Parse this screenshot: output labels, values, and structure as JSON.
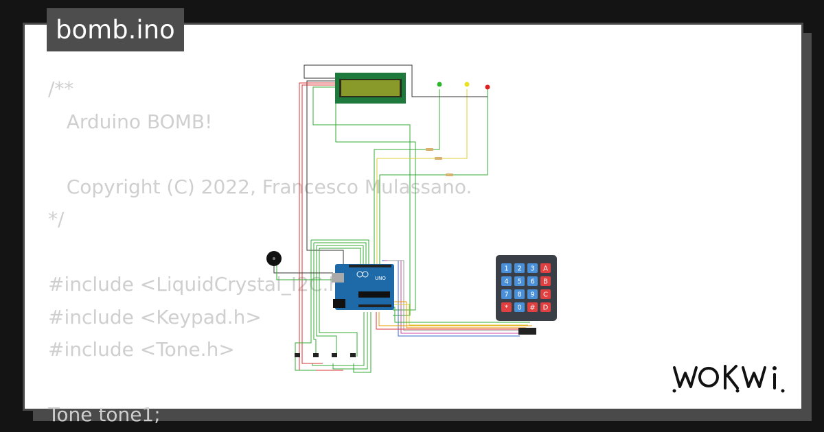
{
  "title": "bomb.ino",
  "code_lines": [
    "/**",
    "   Arduino BOMB!",
    "",
    "   Copyright (C) 2022, Francesco Mulassano.",
    "*/",
    "",
    "#include <LiquidCrystal_I2C.h>",
    "#include <Keypad.h>",
    "#include <Tone.h>",
    "",
    "Tone tone1;"
  ],
  "brand": "WOKWi",
  "board_label": "UNO",
  "keypad_keys": [
    [
      "1",
      "2",
      "3",
      "A"
    ],
    [
      "4",
      "5",
      "6",
      "B"
    ],
    [
      "7",
      "8",
      "9",
      "C"
    ],
    [
      "*",
      "0",
      "#",
      "D"
    ]
  ],
  "colors": {
    "background": "#141414",
    "frame": "#4a4a4a",
    "code_text": "#cfcfcf",
    "lcd_pcb": "#1e7a3c",
    "lcd_screen": "#8a9a2a",
    "arduino": "#1e6aa8",
    "keypad_body": "#3a3f47",
    "keypad_blue": "#4a90d9",
    "keypad_red": "#e04040",
    "led_green": "#2bb52b",
    "led_yellow": "#e8e020",
    "led_red": "#e02020"
  }
}
